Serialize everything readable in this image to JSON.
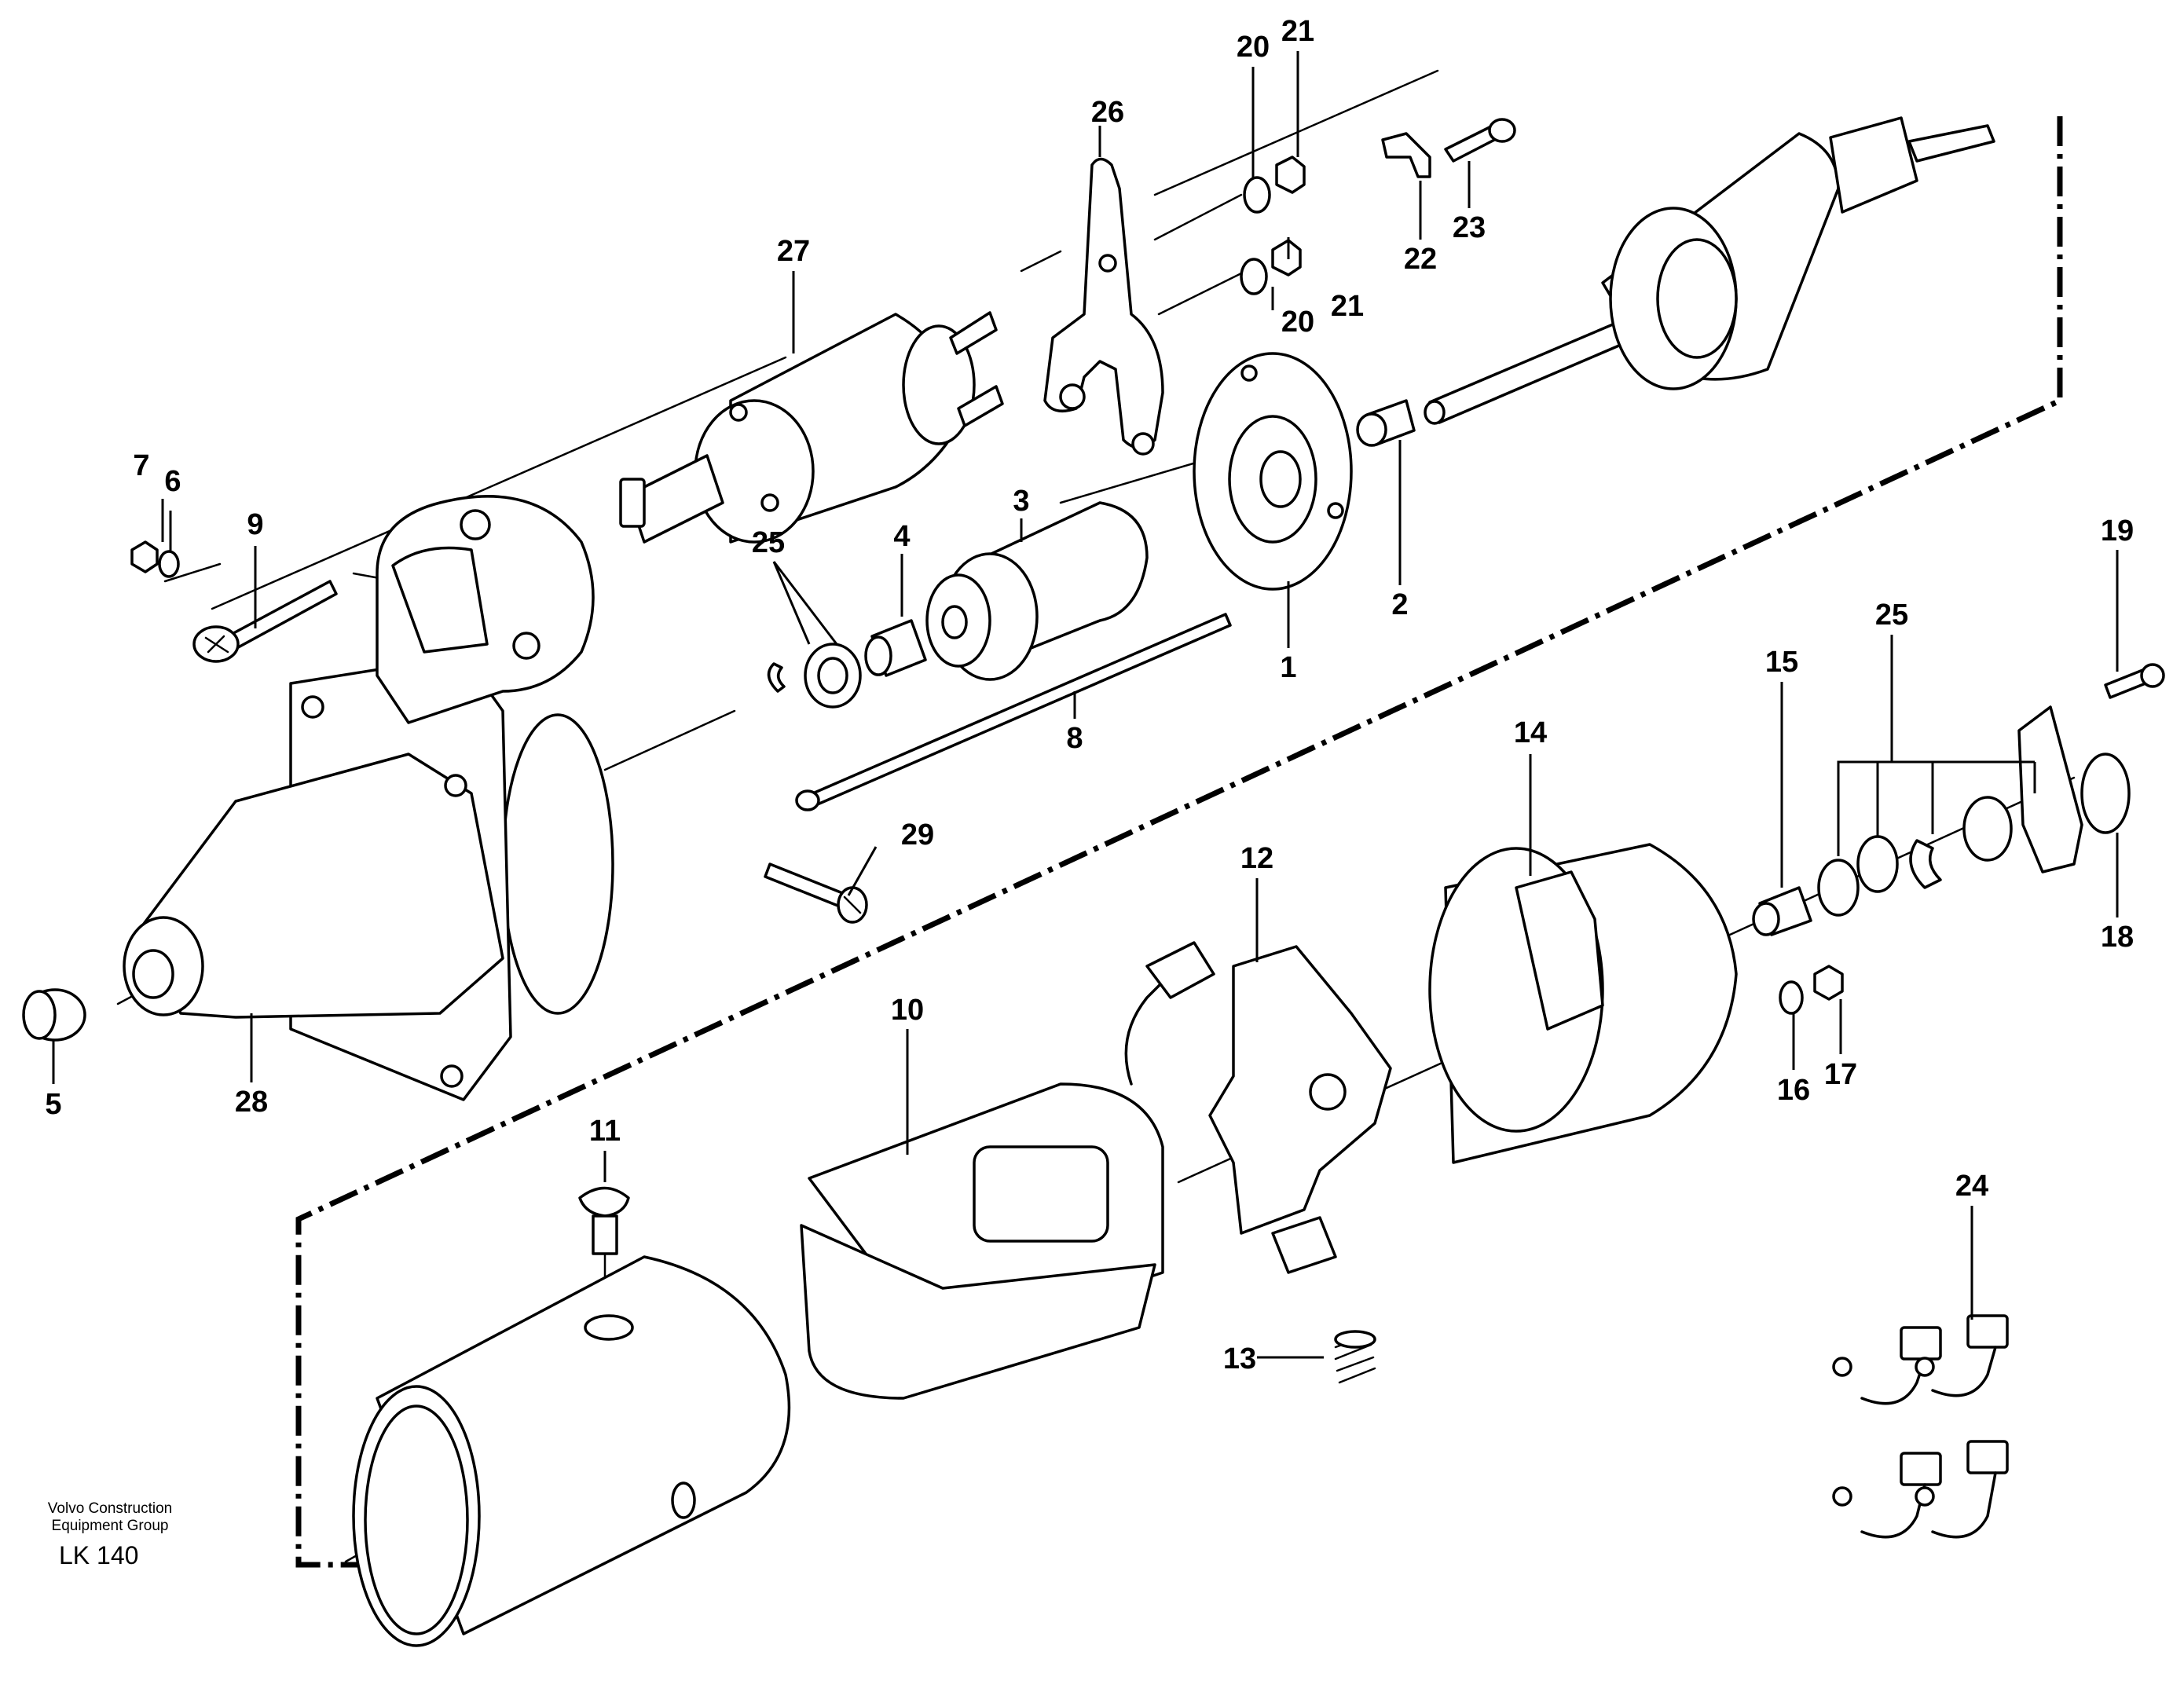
{
  "callouts": {
    "c1": "1",
    "c2": "2",
    "c3": "3",
    "c4": "4",
    "c5": "5",
    "c6": "6",
    "c7": "7",
    "c8": "8",
    "c9": "9",
    "c10": "10",
    "c11": "11",
    "c12": "12",
    "c13": "13",
    "c14": "14",
    "c15": "15",
    "c16": "16",
    "c17": "17",
    "c18": "18",
    "c19": "19",
    "c20a": "20",
    "c20b": "20",
    "c21a": "21",
    "c21b": "21",
    "c22": "22",
    "c23": "23",
    "c24": "24",
    "c25a": "25",
    "c25b": "25",
    "c26": "26",
    "c27": "27",
    "c28": "28",
    "c29": "29"
  },
  "footer": {
    "company_line1": "Volvo Construction",
    "company_line2": "Equipment Group",
    "drawing_code": "LK 140"
  }
}
